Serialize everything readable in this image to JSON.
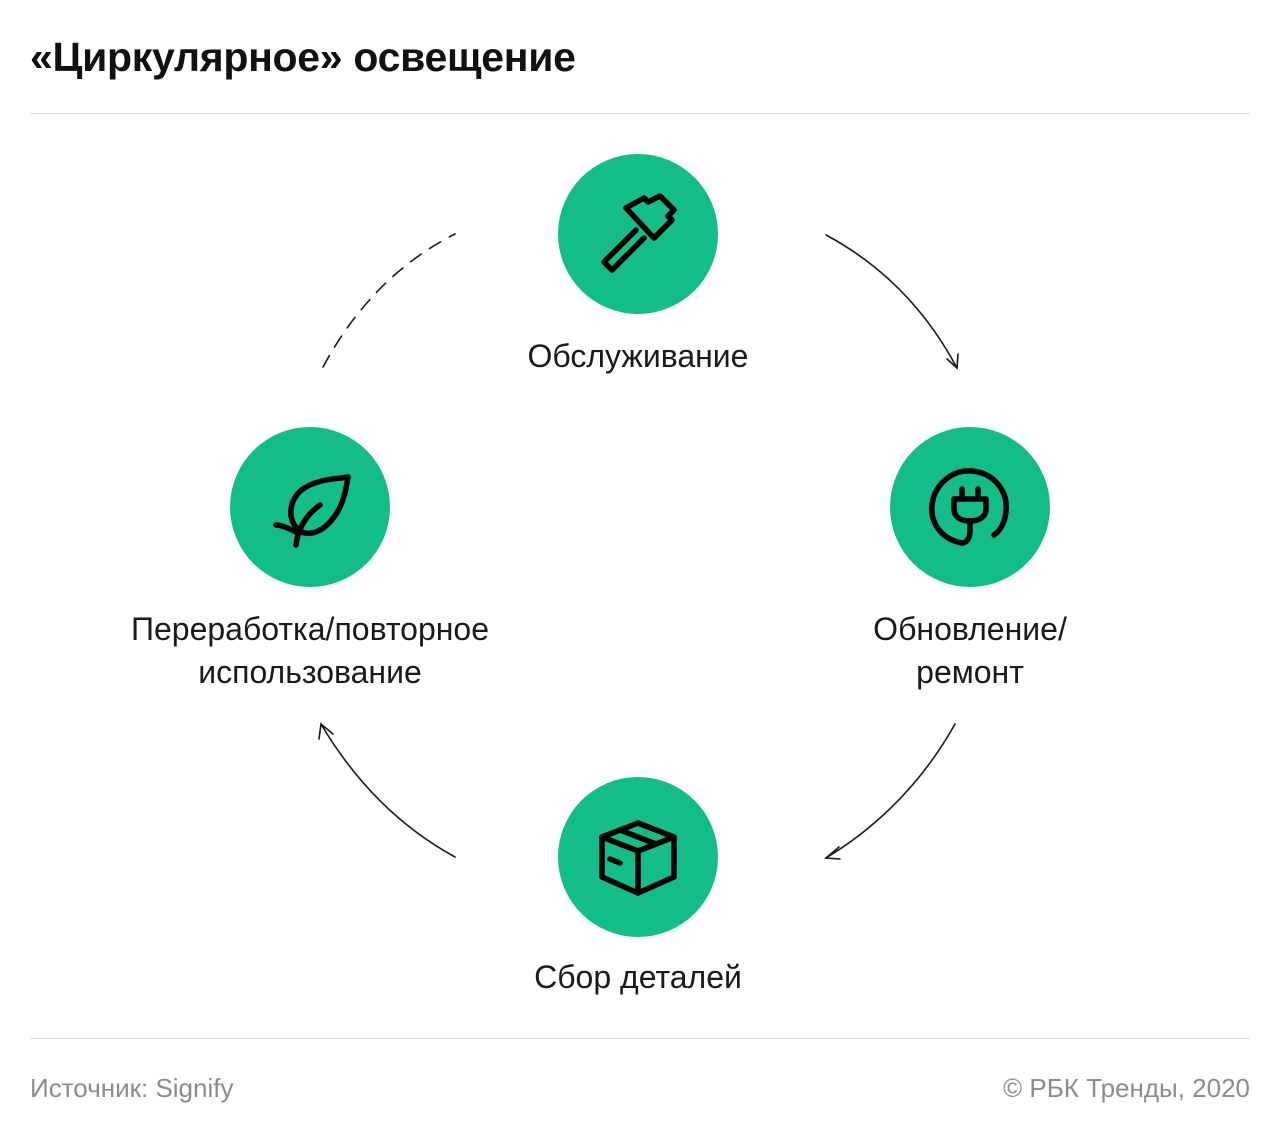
{
  "title": "«Циркулярное» освещение",
  "accent_color": "#12bd87",
  "nodes": {
    "maintenance": {
      "label": "Обслуживание",
      "icon": "hammer-icon"
    },
    "renewal": {
      "label_lines": [
        "Обновление/",
        "ремонт"
      ],
      "icon": "plug-icon"
    },
    "collection": {
      "label": "Сбор деталей",
      "icon": "box-icon"
    },
    "recycling": {
      "label_lines": [
        "Переработка/повторное",
        "использование"
      ],
      "icon": "leaf-icon"
    }
  },
  "footer": {
    "source": "Источник: Signify",
    "copyright": "© РБК Тренды, 2020"
  }
}
